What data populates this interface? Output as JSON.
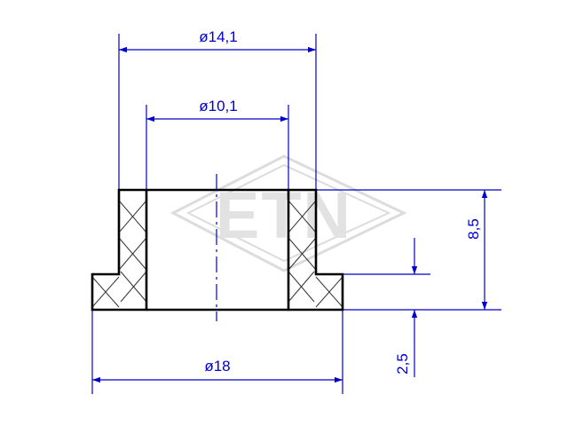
{
  "colors": {
    "part_outline": "#000000",
    "dimension": "#0000cc",
    "hatch": "#333333",
    "centerline": "#0000cc",
    "watermark": "#d9d9d9",
    "background": "#ffffff"
  },
  "watermark": {
    "logo_text": "ETN",
    "icon": "diamond-logo-icon"
  },
  "dimensions": {
    "outer_flange_diameter": "ø14,1",
    "inner_bore_diameter": "ø10,1",
    "base_flange_diameter": "ø18",
    "total_height": "8,5",
    "flange_thickness": "2,5"
  }
}
